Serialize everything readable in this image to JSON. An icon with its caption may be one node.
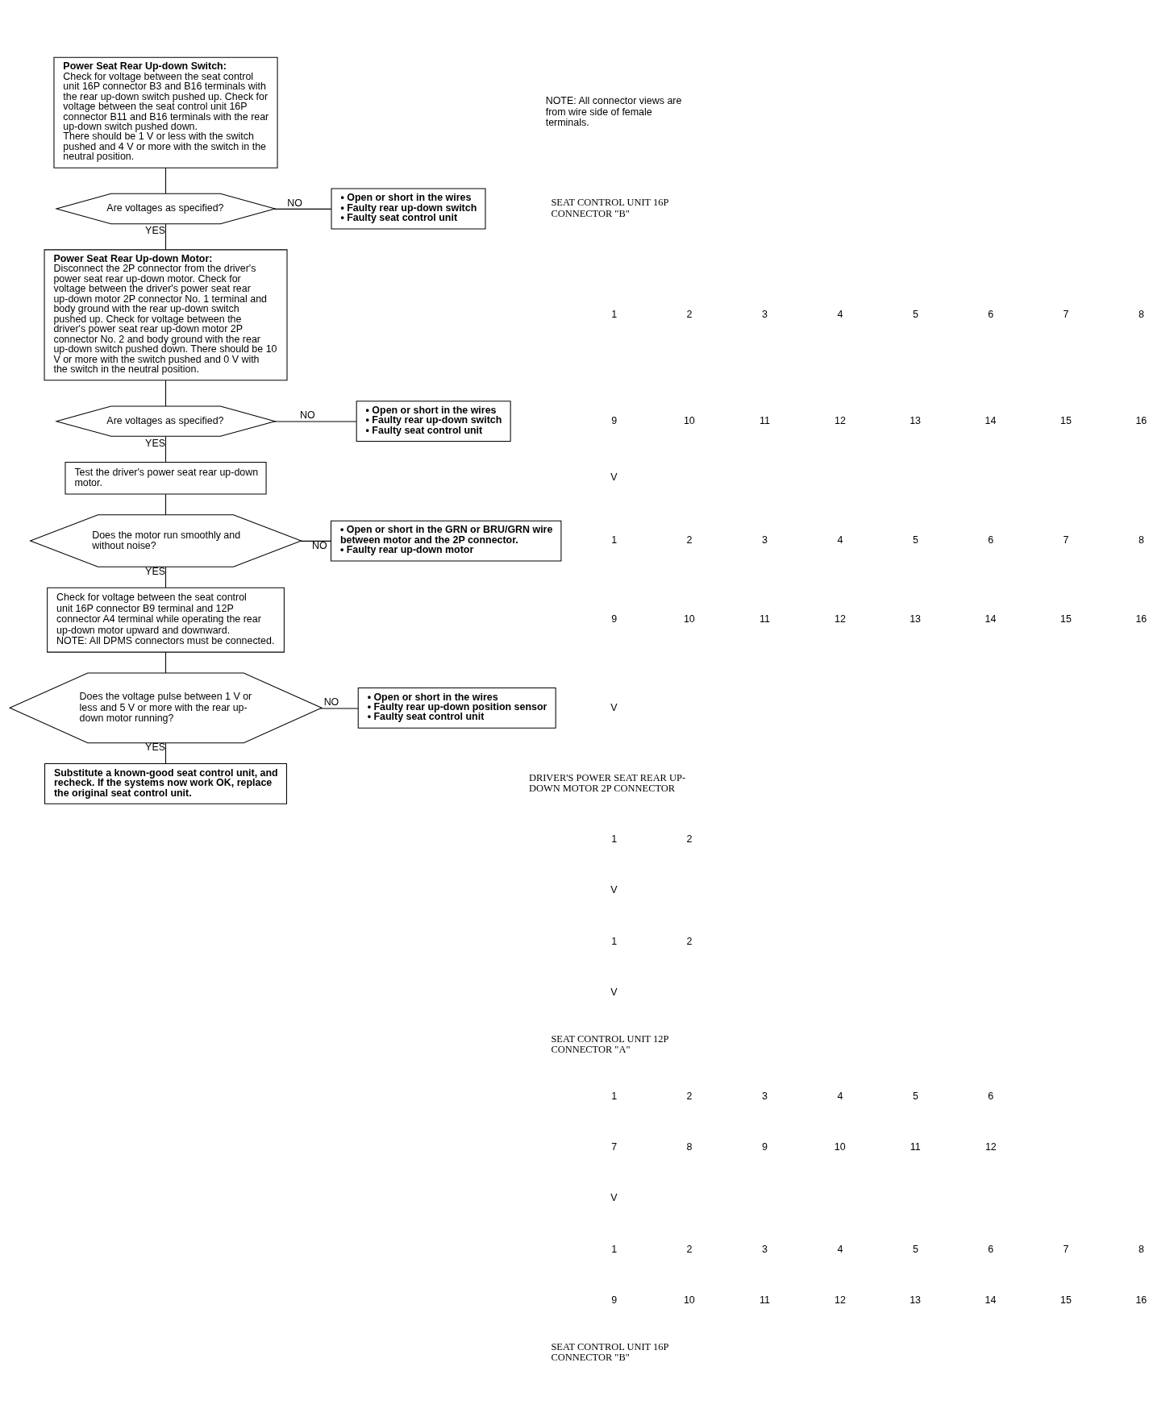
{
  "diagram": {
    "nodes": [
      {
        "text": [
          "Power Seat Rear Up-down Switch:",
          "Check for voltage between the seat control unit 16P connector B3 and B16 terminals with the rear up-down switch pushed up. Check for voltage between the seat control unit 16P connector B11 and B16 terminals with the rear up-down switch pushed down.",
          "There should be 1 V or less with the switch pushed and 4 V or more with the switch in the neutral position."
        ]
      },
      {
        "text": [
          "Are voltages as specified?"
        ]
      },
      {
        "text": [
          "• Open or short in the wires",
          "• Faulty rear up-down switch",
          "• Faulty seat control unit"
        ]
      },
      {
        "text": [
          "Power Seat Rear Up-down Motor:",
          "Disconnect the 2P connector from the driver's power seat rear up-down motor. Check for voltage between the driver's power seat rear up-down motor 2P connector No. 1 terminal and body ground with the rear up-down switch pushed up. Check for voltage between the driver's power seat rear up-down motor 2P connector No. 2 and body ground with the rear up-down switch pushed down. There should be 10 V or more with the switch pushed and 0 V with the switch in the neutral position."
        ]
      },
      {
        "text": [
          "Are voltages as specified?"
        ]
      },
      {
        "text": [
          "• Open or short in the wires",
          "• Faulty rear up-down switch",
          "• Faulty seat control unit"
        ]
      },
      {
        "text": [
          "Test the driver's power seat rear up-down motor."
        ]
      },
      {
        "text": [
          "Does the motor run smoothly and without noise?"
        ]
      },
      {
        "text": [
          "• Open or short in the GRN or BRU/GRN wire between motor and the 2P connector.",
          "• Faulty rear up-down motor"
        ]
      },
      {
        "text": [
          "Check for voltage between the seat control unit 16P connector B9 terminal and 12P connector A4 terminal while operating the rear up-down motor upward and downward.",
          "NOTE: All DPMS connectors must be connected."
        ]
      },
      {
        "text": [
          "Does the voltage pulse between 1 V or less and 5 V or more with the rear up-down motor running?"
        ]
      },
      {
        "text": [
          "• Open or short in the wires",
          "• Faulty rear up-down position sensor",
          "• Faulty seat control unit"
        ]
      },
      {
        "text": [
          "Substitute a known-good seat control unit, and recheck. If the systems now work OK, replace the original seat control unit."
        ]
      }
    ],
    "edges": [
      {
        "from": 0,
        "to": 1,
        "arrow": "none"
      },
      {
        "from": 1,
        "to": 2,
        "arrow": "none",
        "label": "NO"
      },
      {
        "from": 1,
        "to": 3,
        "arrow": "none",
        "label": "YES"
      },
      {
        "from": 3,
        "to": 4,
        "arrow": "none"
      },
      {
        "from": 4,
        "to": 5,
        "arrow": "none",
        "label": "NO"
      },
      {
        "from": 4,
        "to": 6,
        "arrow": "none",
        "label": "YES"
      },
      {
        "from": 6,
        "to": 7,
        "arrow": "none"
      },
      {
        "from": 7,
        "to": 8,
        "arrow": "none",
        "label": "NO"
      },
      {
        "from": 7,
        "to": 9,
        "arrow": "none",
        "label": "YES"
      },
      {
        "from": 9,
        "to": 10,
        "arrow": "none"
      },
      {
        "from": 10,
        "to": 11,
        "arrow": "none",
        "label": "NO"
      },
      {
        "from": 10,
        "to": 12,
        "arrow": "none",
        "label": "YES"
      }
    ],
    "labels": [
      "NOTE: All connector views are from wire side of female terminals.",
      "SEAT CONTROL UNIT 16P CONNECTOR \"B\"",
      "1",
      "2",
      "3",
      "4",
      "5",
      "6",
      "7",
      "8",
      "9",
      "10",
      "11",
      "12",
      "13",
      "14",
      "15",
      "16",
      "V",
      "1",
      "2",
      "3",
      "4",
      "5",
      "6",
      "7",
      "8",
      "9",
      "10",
      "11",
      "12",
      "13",
      "14",
      "15",
      "16",
      "V",
      "DRIVER'S POWER SEAT REAR UP-DOWN MOTOR 2P CONNECTOR",
      "1",
      "2",
      "V",
      "1",
      "2",
      "V",
      "SEAT CONTROL UNIT 12P CONNECTOR \"A\"",
      "1",
      "2",
      "3",
      "4",
      "5",
      "6",
      "7",
      "8",
      "9",
      "10",
      "11",
      "12",
      "V",
      "1",
      "2",
      "3",
      "4",
      "5",
      "6",
      "7",
      "8",
      "9",
      "10",
      "11",
      "12",
      "13",
      "14",
      "15",
      "16",
      "SEAT CONTROL UNIT 16P CONNECTOR \"B\""
    ]
  }
}
